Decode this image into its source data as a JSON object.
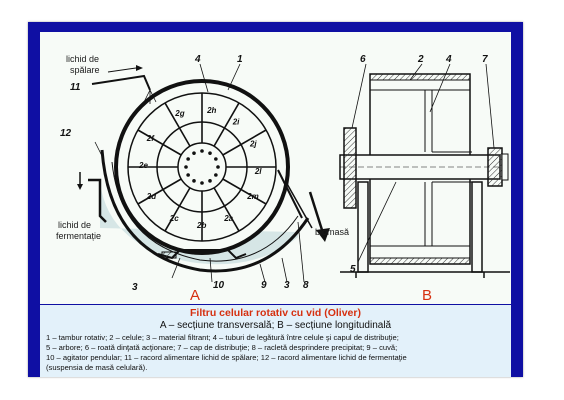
{
  "figure": {
    "section_a_label": "A",
    "section_b_label": "B",
    "labels": {
      "wash_liquid": [
        "lichid de",
        "spălare"
      ],
      "fermentation_liquid": [
        "lichid de",
        "fermentație"
      ],
      "biomass": "biomasă"
    },
    "callouts_a": {
      "c4": "4",
      "c1": "1",
      "c11": "11",
      "c12": "12",
      "c3": "3",
      "c10": "10",
      "c9": "9",
      "c3b": "3",
      "c8": "8"
    },
    "callouts_b": {
      "c6": "6",
      "c2": "2",
      "c4": "4",
      "c7": "7",
      "c5": "5"
    },
    "cell_labels": [
      "2h",
      "2g",
      "2i",
      "2j",
      "2f",
      "2l",
      "2e",
      "2m",
      "2d",
      "2c",
      "2b",
      "2a"
    ]
  },
  "caption": {
    "title": "Filtru celular rotativ cu vid (Oliver)",
    "subtitle": "A – secțiune transversală; B – secțiune longitudinală",
    "legend_lines": [
      "1 – tambur rotativ; 2 – celule; 3 – material filtrant; 4 – tuburi de legătură între celule şi capul de distribuţie;",
      "5 – arbore; 6 – roată dinţată acţionare; 7 – cap de distribuţie; 8 – racletă desprindere precipitat; 9 – cuvă;",
      "10 – agitator pendular; 11 – racord alimentare lichid de spălare; 12 – racord alimentare lichid de fermentaţie",
      "(suspensia de masă celulară)."
    ]
  },
  "colors": {
    "slide_frame": "#0f0fa3",
    "caption_bg": "#e3f1fa",
    "title_red": "#d63010",
    "liquid": "#d6e6e6"
  }
}
